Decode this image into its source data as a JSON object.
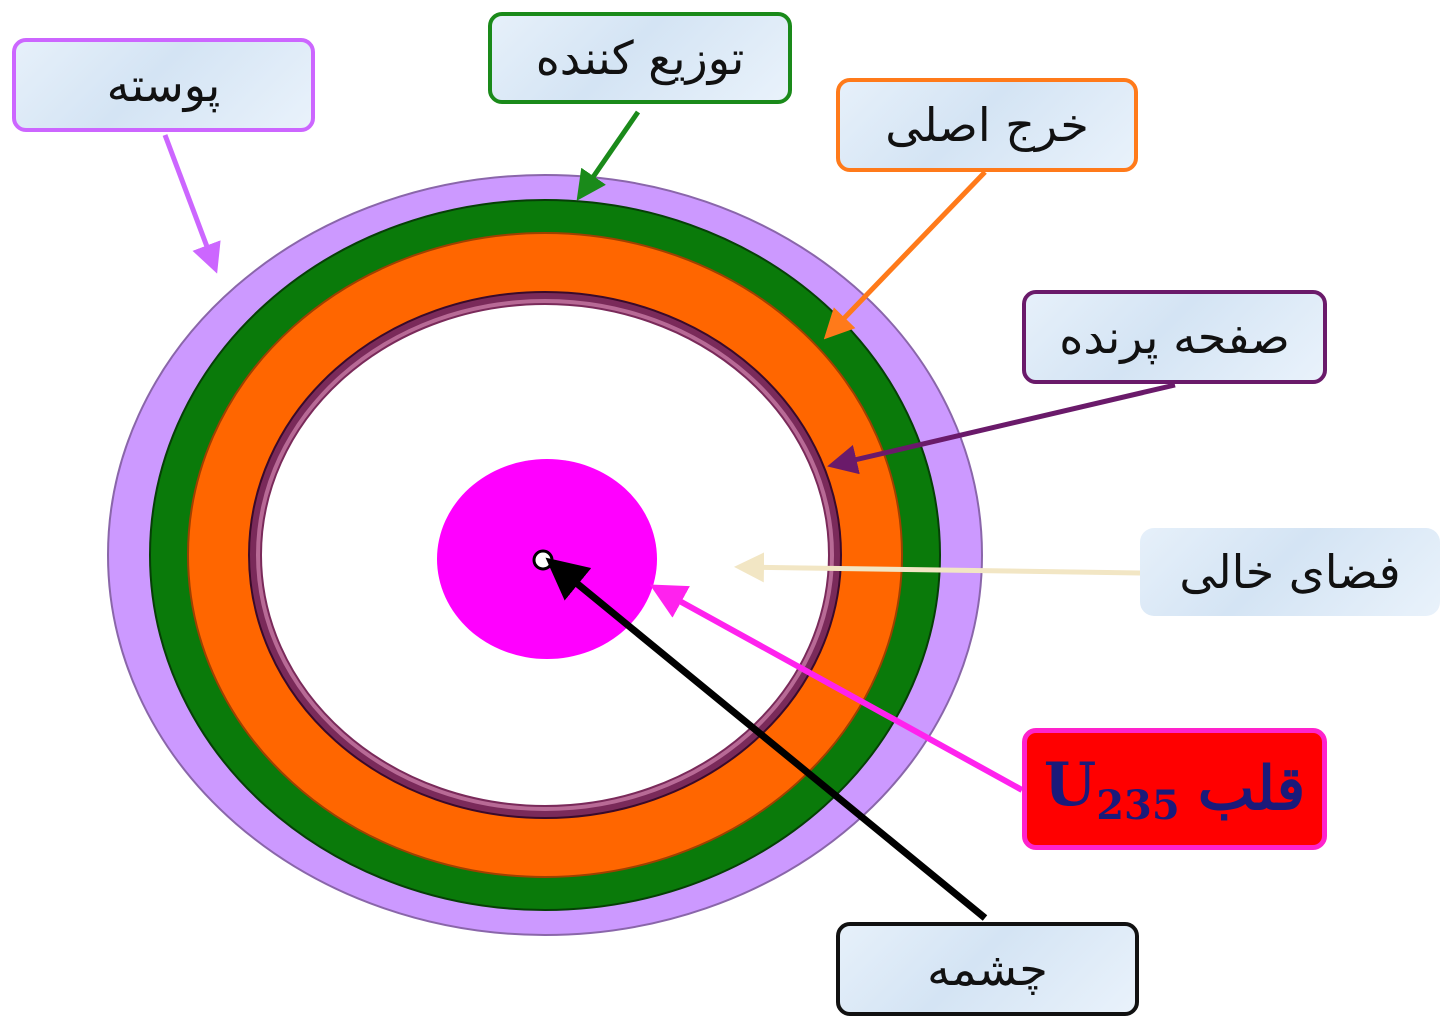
{
  "labels": {
    "shell": "پوسته",
    "distributor": "توزیع کننده",
    "main_output": "خرج اصلی",
    "flyer_plate": "صفحه پرنده",
    "void_space": "فضای خالی",
    "core_word": "قلب",
    "core_symbol": "U",
    "core_isotope": "235",
    "source": "چشمه"
  },
  "colors": {
    "shell": "#cc99ff",
    "distributor": "#0a7a0a",
    "main_output": "#ff6600",
    "flyer_plate": "#7a2a5a",
    "void_space": "#ffffff",
    "core": "#ff00ff",
    "source": "#000000",
    "shell_border": "#cc66ff",
    "distributor_border": "#1a8a1a",
    "main_output_border": "#ff7a1a",
    "flyer_plate_border": "#6a1a6a",
    "void_space_arrow": "#f2e6c4",
    "core_label_bg": "#ff0000",
    "core_label_border": "#ff22cc",
    "core_label_text": "#1a1a7a",
    "source_border": "#111111"
  }
}
